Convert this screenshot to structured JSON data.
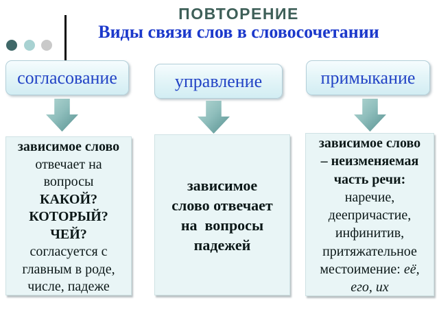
{
  "slide": {
    "title": "ПОВТОРЕНИЕ",
    "subtitle": "Виды связи слов в словосочетании"
  },
  "colors": {
    "title_text": "#3e5f58",
    "subtitle_text": "#1c39cb",
    "box_label_text": "#2243c5",
    "top_box_fill": "#d2edf3",
    "top_box_border": "#b3cfd9",
    "arrow_fill": "#6f9f9e",
    "bottom_box_fill": "#e9f5f6",
    "body_text": "#0c1818",
    "bullet_colors": [
      "#3f6868",
      "#a8d2d2",
      "#c9c9c9"
    ]
  },
  "columns": [
    {
      "label": "согласование",
      "body_lines": [
        [
          {
            "t": "зависимое слово",
            "s": "b"
          }
        ],
        [
          {
            "t": "отвечает на",
            "s": "n"
          }
        ],
        [
          {
            "t": "вопросы",
            "s": "n"
          }
        ],
        [
          {
            "t": "КАКОЙ?",
            "s": "b"
          }
        ],
        [
          {
            "t": "КОТОРЫЙ?",
            "s": "b"
          }
        ],
        [
          {
            "t": "ЧЕЙ?",
            "s": "b"
          }
        ],
        [
          {
            "t": "согласуется с",
            "s": "n"
          }
        ],
        [
          {
            "t": "главным в роде,",
            "s": "n"
          }
        ],
        [
          {
            "t": "числе, падеже",
            "s": "n"
          }
        ]
      ]
    },
    {
      "label": "управление",
      "body_lines": [
        [
          {
            "t": "зависимое",
            "s": "b"
          }
        ],
        [
          {
            "t": "слово отвечает",
            "s": "b"
          }
        ],
        [
          {
            "t": "на  вопросы",
            "s": "b"
          }
        ],
        [
          {
            "t": "падежей",
            "s": "b"
          }
        ]
      ]
    },
    {
      "label": "примыкание",
      "body_lines": [
        [
          {
            "t": "зависимое слово",
            "s": "b"
          }
        ],
        [
          {
            "t": "– неизменяемая",
            "s": "b"
          }
        ],
        [
          {
            "t": "часть речи:",
            "s": "b"
          }
        ],
        [
          {
            "t": "наречие,",
            "s": "n"
          }
        ],
        [
          {
            "t": "деепричастие,",
            "s": "n"
          }
        ],
        [
          {
            "t": "инфинитив,",
            "s": "n"
          }
        ],
        [
          {
            "t": "притяжательное",
            "s": "n"
          }
        ],
        [
          {
            "t": "местоимение: ",
            "s": "n"
          },
          {
            "t": "её,",
            "s": "i"
          }
        ],
        [
          {
            "t": "его, их",
            "s": "i"
          }
        ]
      ]
    }
  ]
}
